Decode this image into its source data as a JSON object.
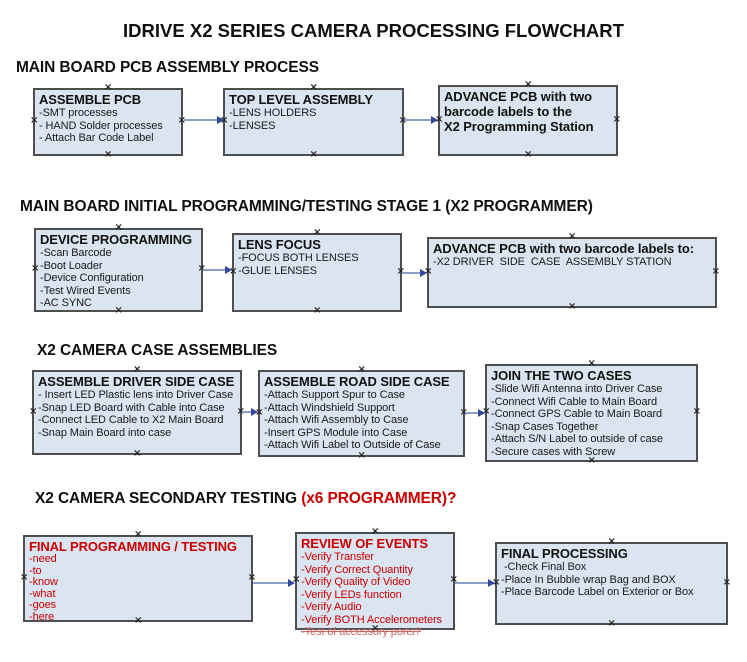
{
  "title": "IDRIVE X2  SERIES CAMERA PROCESSING FLOWCHART",
  "colors": {
    "box_fill": "#dbe4f1",
    "box_border": "#4f4f4f",
    "arrow_line": "#8aa0ca",
    "arrow_head": "#32479e",
    "red_text": "#cc0000",
    "red_faded": "#cc6666"
  },
  "sections": [
    {
      "header": "MAIN BOARD PCB ASSEMBLY PROCESS",
      "boxes": [
        {
          "title": "ASSEMBLE PCB",
          "items": [
            "-SMT processes",
            "- HAND Solder processes",
            "- Attach Bar Code Label"
          ]
        },
        {
          "title": "TOP LEVEL ASSEMBLY",
          "items": [
            "-LENS HOLDERS",
            "-LENSES"
          ]
        },
        {
          "title": "ADVANCE PCB with two\nbarcode labels to the\n X2 Programming Station",
          "items": []
        }
      ]
    },
    {
      "header": "MAIN BOARD INITIAL PROGRAMMING/TESTING STAGE 1 (X2 PROGRAMMER)",
      "boxes": [
        {
          "title": "DEVICE PROGRAMMING",
          "items": [
            "-Scan Barcode",
            "-Boot Loader",
            "-Device Configuration",
            "-Test Wired Events",
            "-AC SYNC"
          ]
        },
        {
          "title": "LENS FOCUS",
          "items": [
            "-FOCUS BOTH LENSES",
            "-GLUE LENSES"
          ]
        },
        {
          "title": "ADVANCE PCB with two barcode labels to:",
          "items": [
            "-X2 DRIVER  SIDE  CASE  ASSEMBLY STATION"
          ]
        }
      ]
    },
    {
      "header": "X2 CAMERA CASE ASSEMBLIES",
      "boxes": [
        {
          "title": "ASSEMBLE DRIVER SIDE CASE",
          "items": [
            "- Insert LED Plastic lens into Driver Case",
            "-Snap LED Board with Cable into Case",
            "-Connect LED Cable to X2 Main Board",
            "-Snap Main Board into case"
          ]
        },
        {
          "title": "ASSEMBLE ROAD SIDE CASE",
          "items": [
            "-Attach Support Spur to Case",
            "-Attach Windshield Support",
            "-Attach Wifi Assembly to Case",
            "-Insert GPS Module into Case",
            "-Attach Wifi Label to Outside of Case"
          ]
        },
        {
          "title": "JOIN THE TWO CASES",
          "items": [
            "-Slide Wifi Antenna into Driver Case",
            "-Connect Wifi Cable to Main Board",
            "-Connect GPS Cable to Main Board",
            "-Snap Cases Together",
            "-Attach S/N Label to outside of case",
            "-Secure cases with Screw"
          ]
        }
      ]
    },
    {
      "header": "X2 CAMERA SECONDARY TESTING",
      "header_red": " (x6 PROGRAMMER)?",
      "boxes": [
        {
          "title": "FINAL PROGRAMMING / TESTING",
          "items": [
            "-need",
            "-to",
            "-know",
            "-what",
            "-goes",
            "-here"
          ]
        },
        {
          "title": "REVIEW OF EVENTS",
          "items": [
            "-Verify Transfer",
            "-Verify Correct Quantity",
            "-Verify Quality of Video",
            "-Verify LEDs function",
            "-Verify Audio",
            "-Verify BOTH Accelerometers"
          ],
          "struck_item": "-Test of accessory ports?"
        },
        {
          "title": "FINAL PROCESSING",
          "items": [
            " -Check Final Box",
            "-Place In Bubble wrap Bag and BOX",
            "-Place Barcode Label on Exterior or Box"
          ]
        }
      ]
    }
  ]
}
